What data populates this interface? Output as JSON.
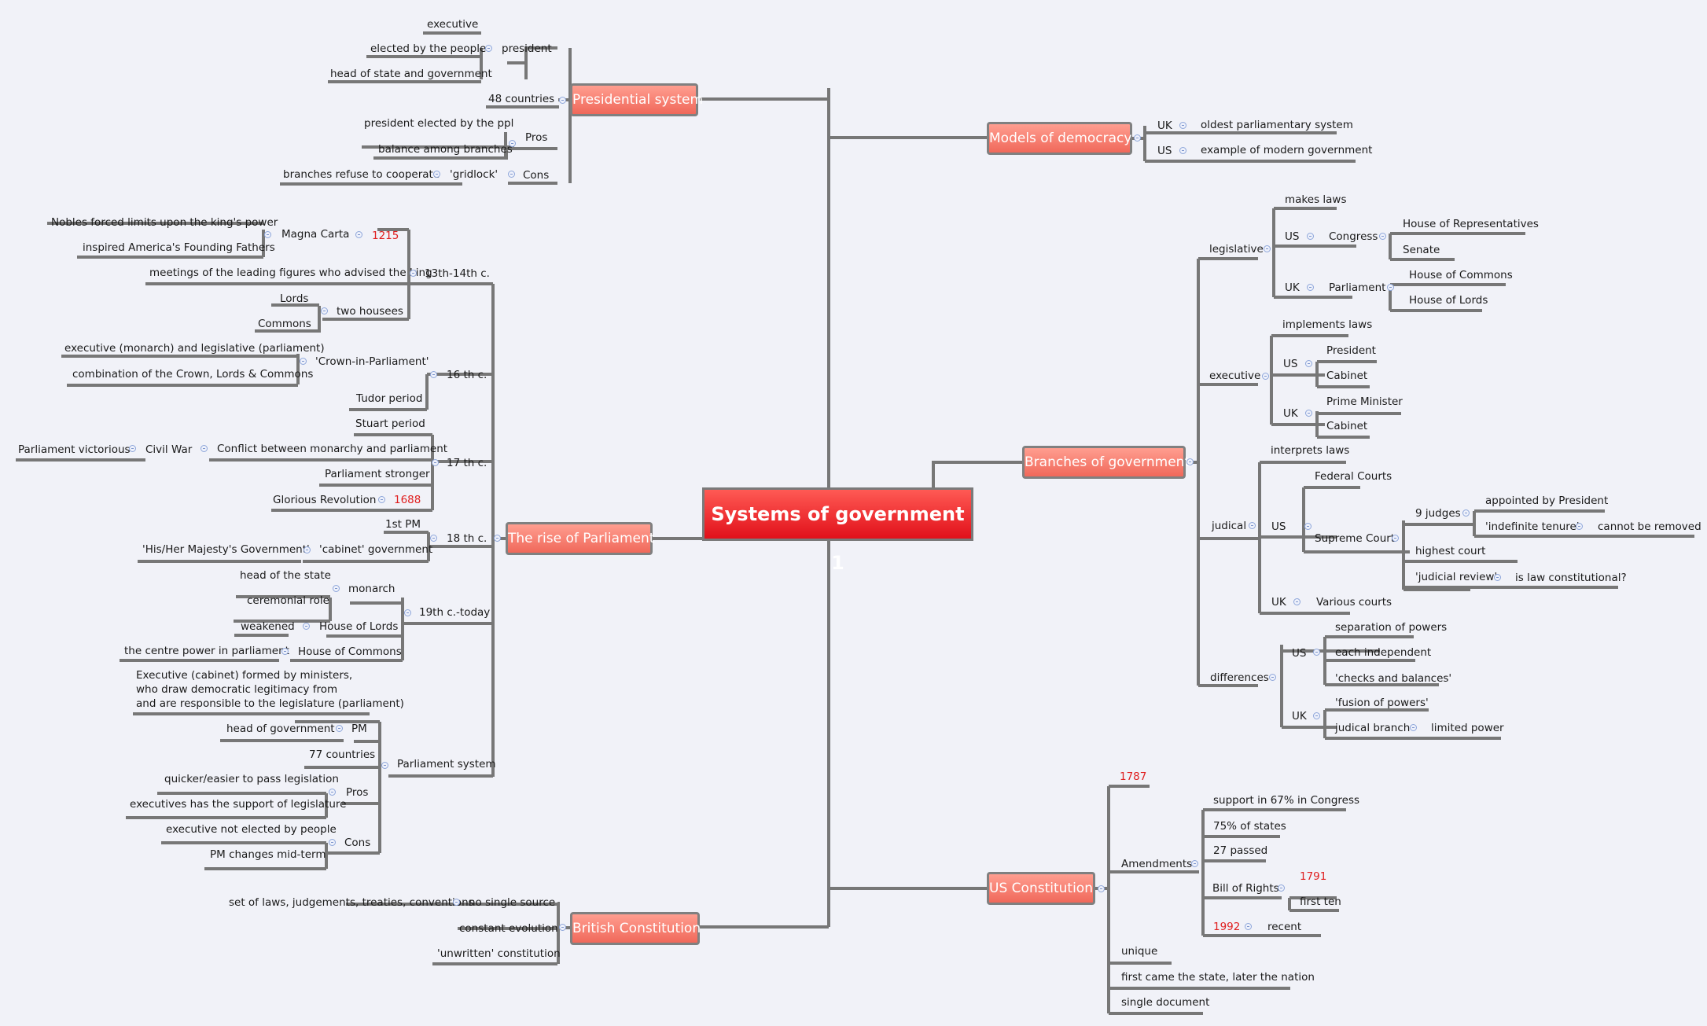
{
  "central": "Systems of government 1",
  "branches": {
    "presidential": "Presidential system",
    "parliament": "The rise of Parliament",
    "british": "British Constitution",
    "models": "Models of democracy",
    "branches_gov": "Branches of government",
    "us_constitution": "US Constitution"
  },
  "presidential": {
    "executive": "executive",
    "elected": "elected by the people",
    "president": "president",
    "head": "head of state and government",
    "countries": "48 countries",
    "pros_ppl": "president elected by the ppl",
    "pros": "Pros",
    "balance": "balance among branches",
    "refuse": "branches refuse to cooperate",
    "gridlock": "'gridlock'",
    "cons": "Cons"
  },
  "parliament": {
    "nobles": "Nobles forced limits upon the king's power",
    "magna": "Magna Carta",
    "y1215": "1215",
    "inspired": "inspired America's Founding Fathers",
    "meetings": "meetings of the leading figures who advised the king",
    "c13": "13th-14th c.",
    "lords": "Lords",
    "two": "two housees",
    "commons": "Commons",
    "exec_leg": "executive (monarch) and legislative (parliament)",
    "crown": "'Crown-in-Parliament'",
    "combination": "combination of the Crown, Lords & Commons",
    "c16": "16 th c.",
    "tudor": "Tudor period",
    "stuart": "Stuart period",
    "victorious": "Parliament victorious",
    "civil": "Civil War",
    "conflict": "Conflict between monarchy and parliament",
    "c17": "17 th c.",
    "stronger": "Parliament stronger",
    "glorious": "Glorious Revolution",
    "y1688": "1688",
    "pm1": "1st PM",
    "c18": "18 th c.",
    "his_her": "'His/Her Majesty's Government'",
    "cabinet_gov": "'cabinet' government",
    "head_state": "head of the state",
    "monarch": "monarch",
    "ceremonial": "ceremonial role",
    "c19": "19th c.-today",
    "weakened": "weakened",
    "house_lords": "House of Lords",
    "centre": "the centre power in parliament",
    "house_commons": "House of Commons",
    "exec_formed": "Executive (cabinet) formed by ministers,\nwho draw democratic legitimacy from\nand are responsible to the legislature (parliament)",
    "head_gov": "head of government",
    "pm": "PM",
    "countries77": "77 countries",
    "parl_system": "Parliament system",
    "quicker": "quicker/easier to pass legislation",
    "pros": "Pros",
    "exec_support": "executives has the support of legislature",
    "not_elected": "executive not elected by people",
    "cons": "Cons",
    "pm_changes": "PM changes mid-term"
  },
  "british": {
    "set_of": "set of laws, judgements, treaties, conventions",
    "no_single": "no single source",
    "constant": "constant evolution",
    "unwritten": "'unwritten' constitution"
  },
  "models": {
    "uk": "UK",
    "oldest": "oldest parliamentary system",
    "us": "US",
    "example": "example of modern government"
  },
  "branches_gov": {
    "makes_laws": "makes laws",
    "legislative": "legislative",
    "us": "US",
    "congress": "Congress",
    "house_reps": "House of Representatives",
    "senate": "Senate",
    "uk": "UK",
    "parliament": "Parliament",
    "house_commons": "House of Commons",
    "house_lords": "House of Lords",
    "implements": "implements laws",
    "executive": "executive",
    "president": "President",
    "cabinet": "Cabinet",
    "pm": "Prime Minister",
    "interprets": "interprets laws",
    "judicial": "judical",
    "federal": "Federal Courts",
    "nine_judges": "9 judges",
    "appointed": "appointed by President",
    "supreme": "Supreme Court",
    "indef": "'indefinite tenure'",
    "cannot": "cannot be removed",
    "highest": "highest court",
    "review": "'judicial review'",
    "constitutional": "is law constitutional?",
    "various": "Various courts",
    "differences": "differences",
    "separation": "separation of powers",
    "independent": "each independent",
    "checks": "'checks and balances'",
    "fusion": "'fusion of powers'",
    "judicial_branch": "judical branch",
    "limited": "limited power"
  },
  "us_constitution": {
    "y1787": "1787",
    "support": "support in 67% in Congress",
    "amendments": "Amendments",
    "states": "75% of states",
    "passed": "27 passed",
    "bill": "Bill of Rights",
    "y1791": "1791",
    "first_ten": "first ten",
    "y1992": "1992",
    "recent": "recent",
    "unique": "unique",
    "first_came": "first came the state, later the nation",
    "single": "single document"
  }
}
